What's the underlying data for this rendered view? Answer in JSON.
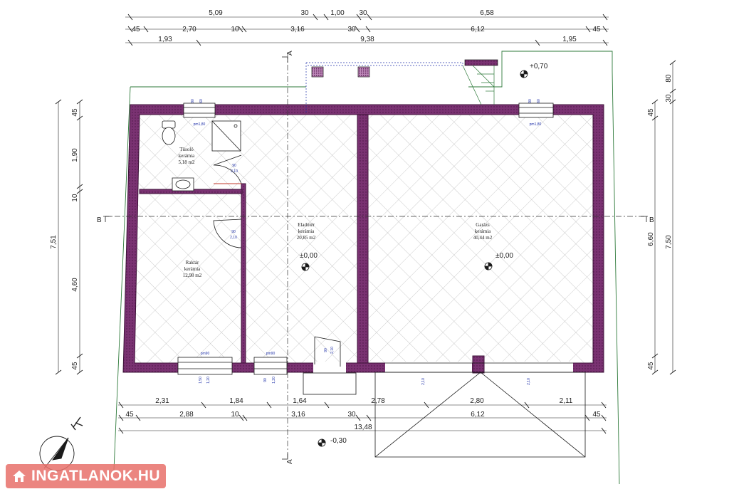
{
  "dims": {
    "top_row1": [
      "5,09",
      "30",
      "1,00",
      "30",
      "6,58"
    ],
    "top_row2": [
      "45",
      "2,70",
      "10",
      "3,16",
      "30",
      "6,12",
      "45"
    ],
    "top_row3": [
      "1,93",
      "9,38",
      "1,95"
    ],
    "bottom_row1": [
      "2,31",
      "1,84",
      "1,64",
      "2,78",
      "2,80",
      "2,11"
    ],
    "bottom_row2": [
      "45",
      "2,88",
      "10",
      "3,16",
      "30",
      "6,12",
      "45"
    ],
    "bottom_total": "13,48",
    "left_outer": "7,51",
    "left_inner": [
      "45",
      "1,90",
      "10",
      "4,60",
      "45"
    ],
    "right_inner": [
      "45",
      "6,60",
      "45"
    ],
    "right_outer": "7,50",
    "right_top": [
      "80",
      "30"
    ]
  },
  "rooms": [
    {
      "name": "Tüsoló",
      "floor": "kerámia",
      "area": "5,18 m2"
    },
    {
      "name": "Raktár",
      "floor": "kerámia",
      "area": "12,98 m2"
    },
    {
      "name": "Eladótér",
      "floor": "kerámia",
      "area": "20,85 m2"
    },
    {
      "name": "Garázs",
      "floor": "kerámia",
      "area": "40,44 m2"
    }
  ],
  "levels": [
    "+0,70",
    "±0,00",
    "±0,00",
    "-0,30"
  ],
  "section_marks": [
    "A",
    "A",
    "B",
    "B"
  ],
  "openings": {
    "win_top_left": [
      "90",
      "60",
      "pm1,80"
    ],
    "win_top_right": [
      "90",
      "60",
      "pm1,80"
    ],
    "win_bottom_left": [
      "pm90",
      "1,50",
      "1,20"
    ],
    "win_bottom_mid": [
      "pm90",
      "90",
      "1,20"
    ],
    "door_wc": [
      "90",
      "2,10"
    ],
    "door_store": [
      "90",
      "2,10"
    ],
    "door_entry": [
      "90",
      "2,10"
    ],
    "garage_marks": [
      "2,10",
      "2,10"
    ]
  },
  "watermark": "INGATLANOK.HU",
  "colors": {
    "wall": "#6e2a66",
    "wall_dark": "#3d1238",
    "line": "#1a1a1a",
    "green": "#2e7a3a",
    "blue": "#2233aa",
    "hatch": "#9a9a9a"
  }
}
